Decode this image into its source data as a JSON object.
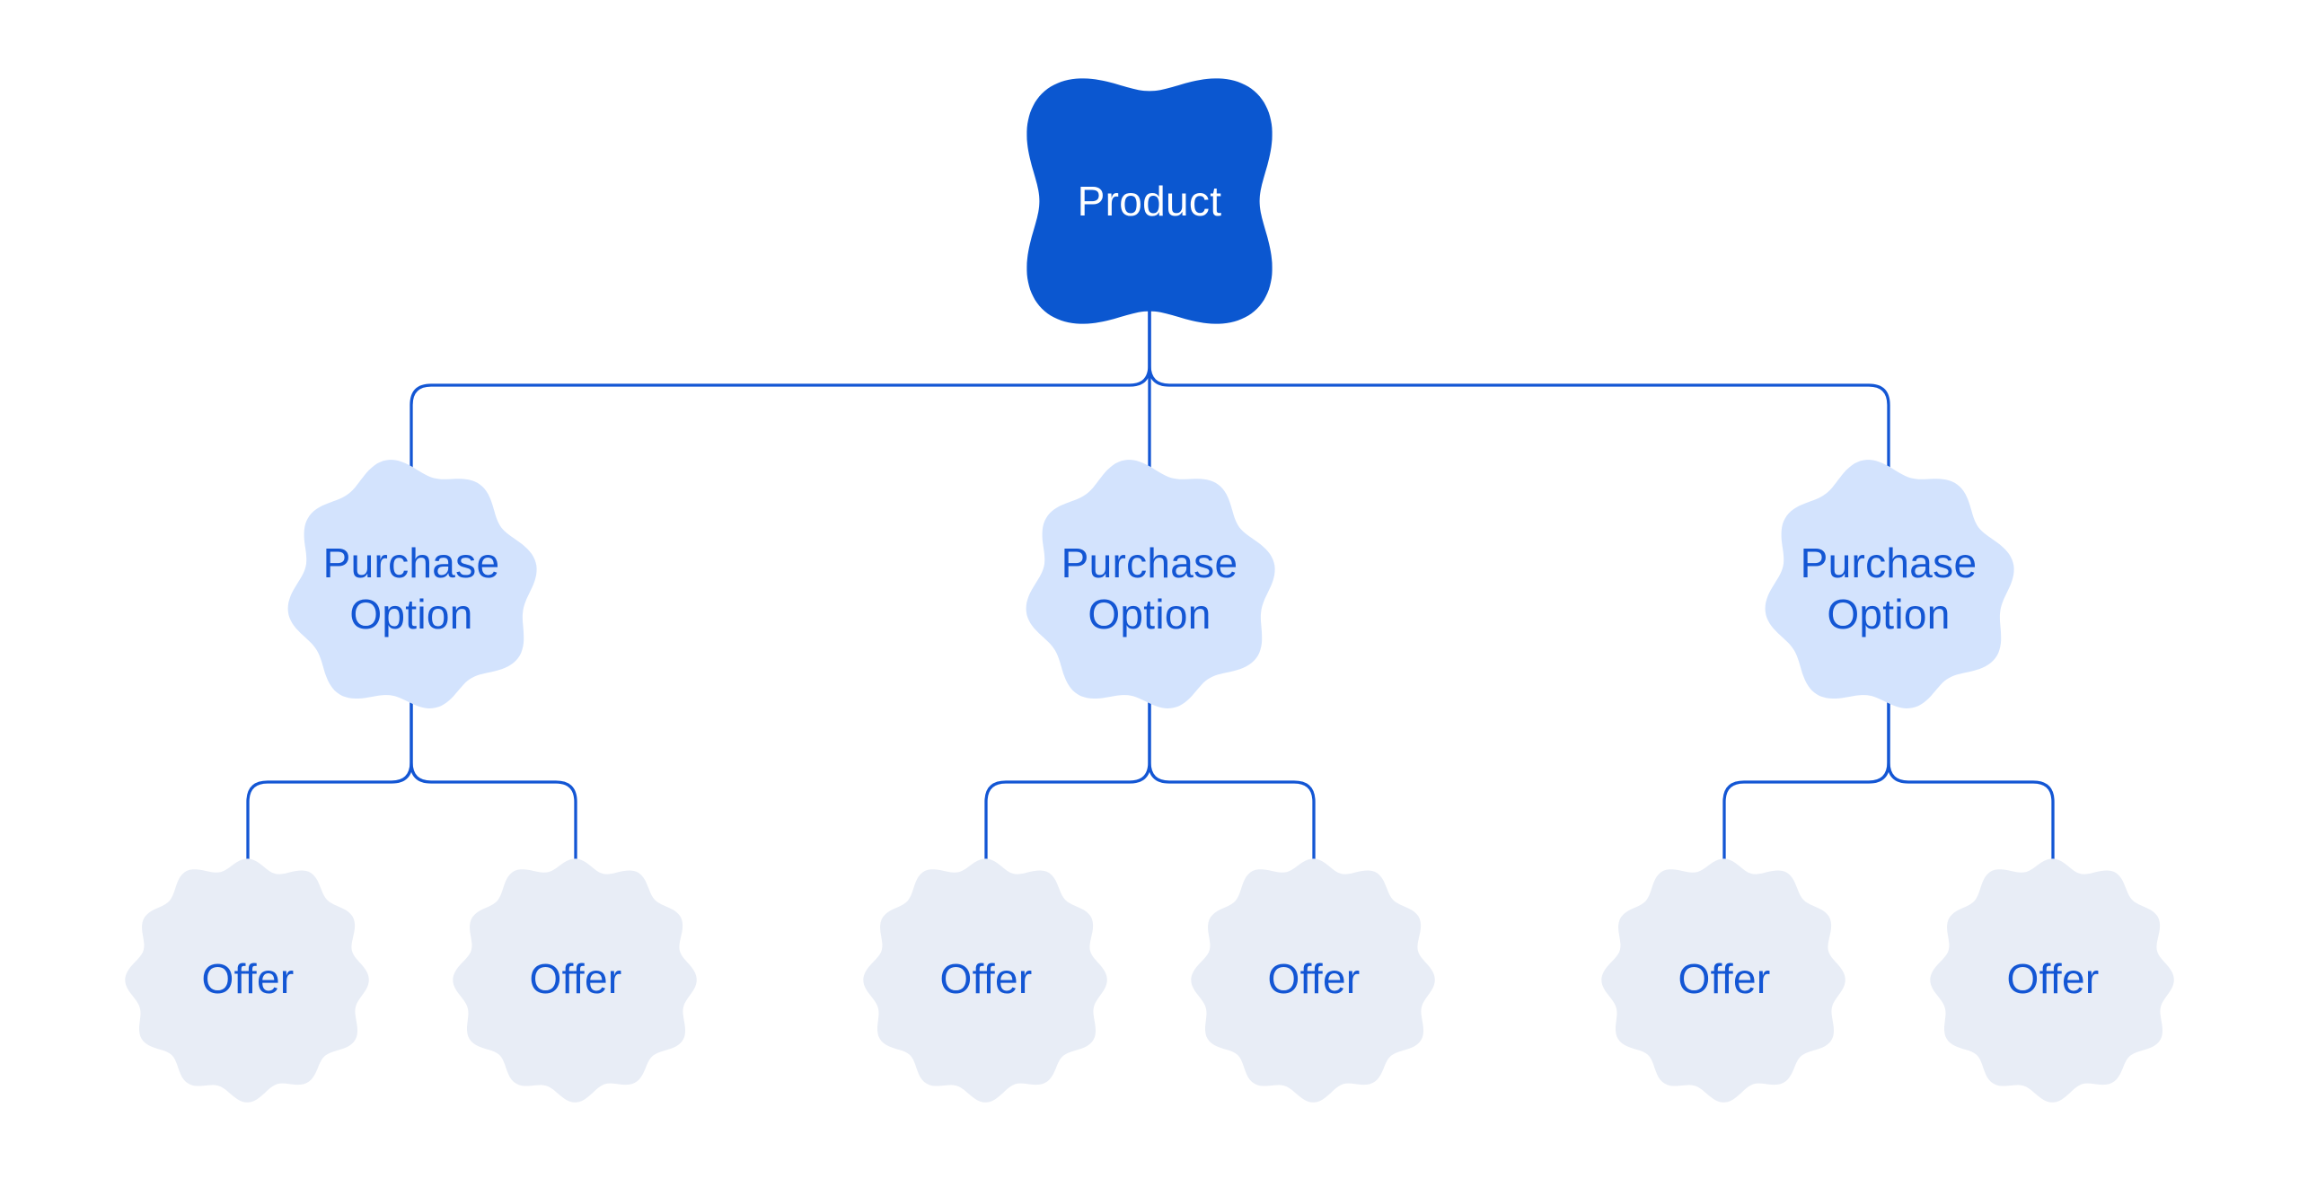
{
  "page": {
    "background": "#ffffff"
  },
  "diagram": {
    "type": "tree",
    "description": "Product hierarchy: one Product branches into three Purchase Options, each branching into two Offers",
    "colors": {
      "product_fill": "#0b57d0",
      "product_text": "#ffffff",
      "purchase_option_fill": "#d3e3fd",
      "offer_fill": "#e8edf6",
      "node_text": "#1356d4",
      "connector": "#1356d4"
    },
    "nodes": {
      "product": {
        "label": "Product"
      },
      "purchase_options": [
        {
          "label": "Purchase Option",
          "label_line_1": "Purchase",
          "label_line_2": "Option",
          "offers": [
            "Offer",
            "Offer"
          ]
        },
        {
          "label": "Purchase Option",
          "label_line_1": "Purchase",
          "label_line_2": "Option",
          "offers": [
            "Offer",
            "Offer"
          ]
        },
        {
          "label": "Purchase Option",
          "label_line_1": "Purchase",
          "label_line_2": "Option",
          "offers": [
            "Offer",
            "Offer"
          ]
        }
      ]
    }
  }
}
